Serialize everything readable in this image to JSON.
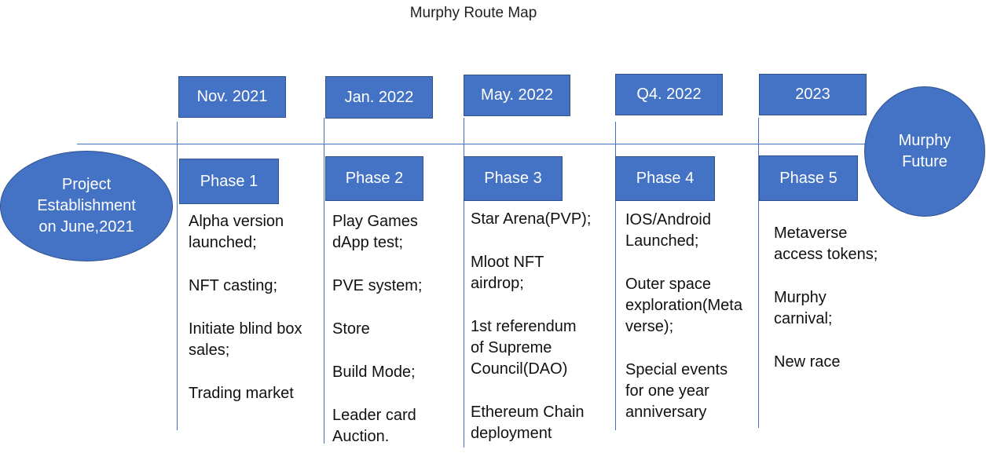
{
  "title": "Murphy Route Map",
  "start": {
    "lines": [
      "Project",
      "Establishment",
      "on June,2021"
    ]
  },
  "end": {
    "lines": [
      "Murphy",
      "Future"
    ]
  },
  "colors": {
    "box_fill": "#4472C4",
    "box_border": "#2F528F",
    "line": "#4472C4"
  },
  "phases": [
    {
      "date": "Nov. 2021",
      "phase": "Phase 1",
      "items": [
        [
          "Alpha version",
          "launched;"
        ],
        [
          "NFT casting;"
        ],
        [
          "Initiate blind box",
          "sales;"
        ],
        [
          "Trading market"
        ]
      ]
    },
    {
      "date": "Jan. 2022",
      "phase": "Phase 2",
      "items": [
        [
          "Play Games",
          "dApp test;"
        ],
        [
          "PVE system;"
        ],
        [
          "Store"
        ],
        [
          "Build Mode;"
        ],
        [
          "Leader card",
          "Auction."
        ]
      ]
    },
    {
      "date": "May. 2022",
      "phase": "Phase 3",
      "items": [
        [
          "Star Arena(PVP);"
        ],
        [
          "Mloot NFT",
          "airdrop;"
        ],
        [
          "1st referendum",
          "of Supreme",
          "Council(DAO)"
        ],
        [
          "Ethereum Chain",
          "deployment"
        ]
      ]
    },
    {
      "date": "Q4. 2022",
      "phase": "Phase 4",
      "items": [
        [
          "IOS/Android",
          "Launched;"
        ],
        [
          "Outer space",
          "exploration(Meta",
          "verse);"
        ],
        [
          "Special events",
          "for one year",
          "anniversary"
        ]
      ]
    },
    {
      "date": "2023",
      "phase": "Phase 5",
      "items": [
        [
          "Metaverse",
          "access tokens;"
        ],
        [
          "Murphy",
          "carnival;"
        ],
        [
          "New race"
        ]
      ]
    }
  ]
}
